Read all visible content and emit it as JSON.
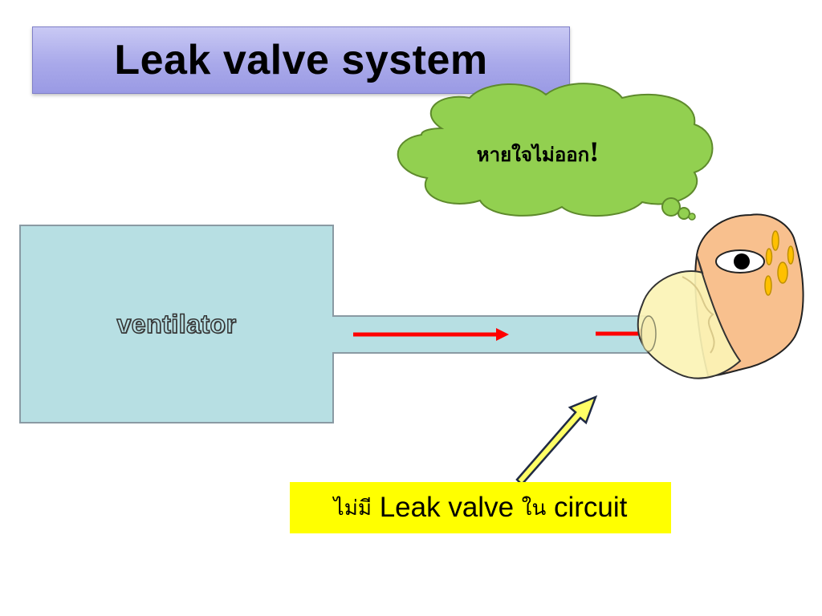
{
  "slide": {
    "title": "Leak valve system"
  },
  "diagram": {
    "ventilator_label": "ventilator",
    "thought_bubble": {
      "text": "หายใจไม่ออก",
      "exclamation": "!"
    },
    "callout": {
      "prefix": "ไม่มี",
      "middle": " Leak valve ",
      "connector": "ใน",
      "suffix": " circuit"
    }
  },
  "colors": {
    "title_fill": "#a9a9ea",
    "ventilator_fill": "#b7dfe3",
    "flow_arrow": "#ff0000",
    "cloud_fill": "#92d050",
    "callout_fill": "#ffff00",
    "face_fill": "#f8c08e",
    "mask_fill": "#fbf3b5",
    "pointer_arrow_fill": "#ffff66"
  },
  "icons": {
    "flow_arrows": "arrow-right",
    "pointer": "arrow-up-right",
    "patient": "patient-face-with-mask"
  }
}
